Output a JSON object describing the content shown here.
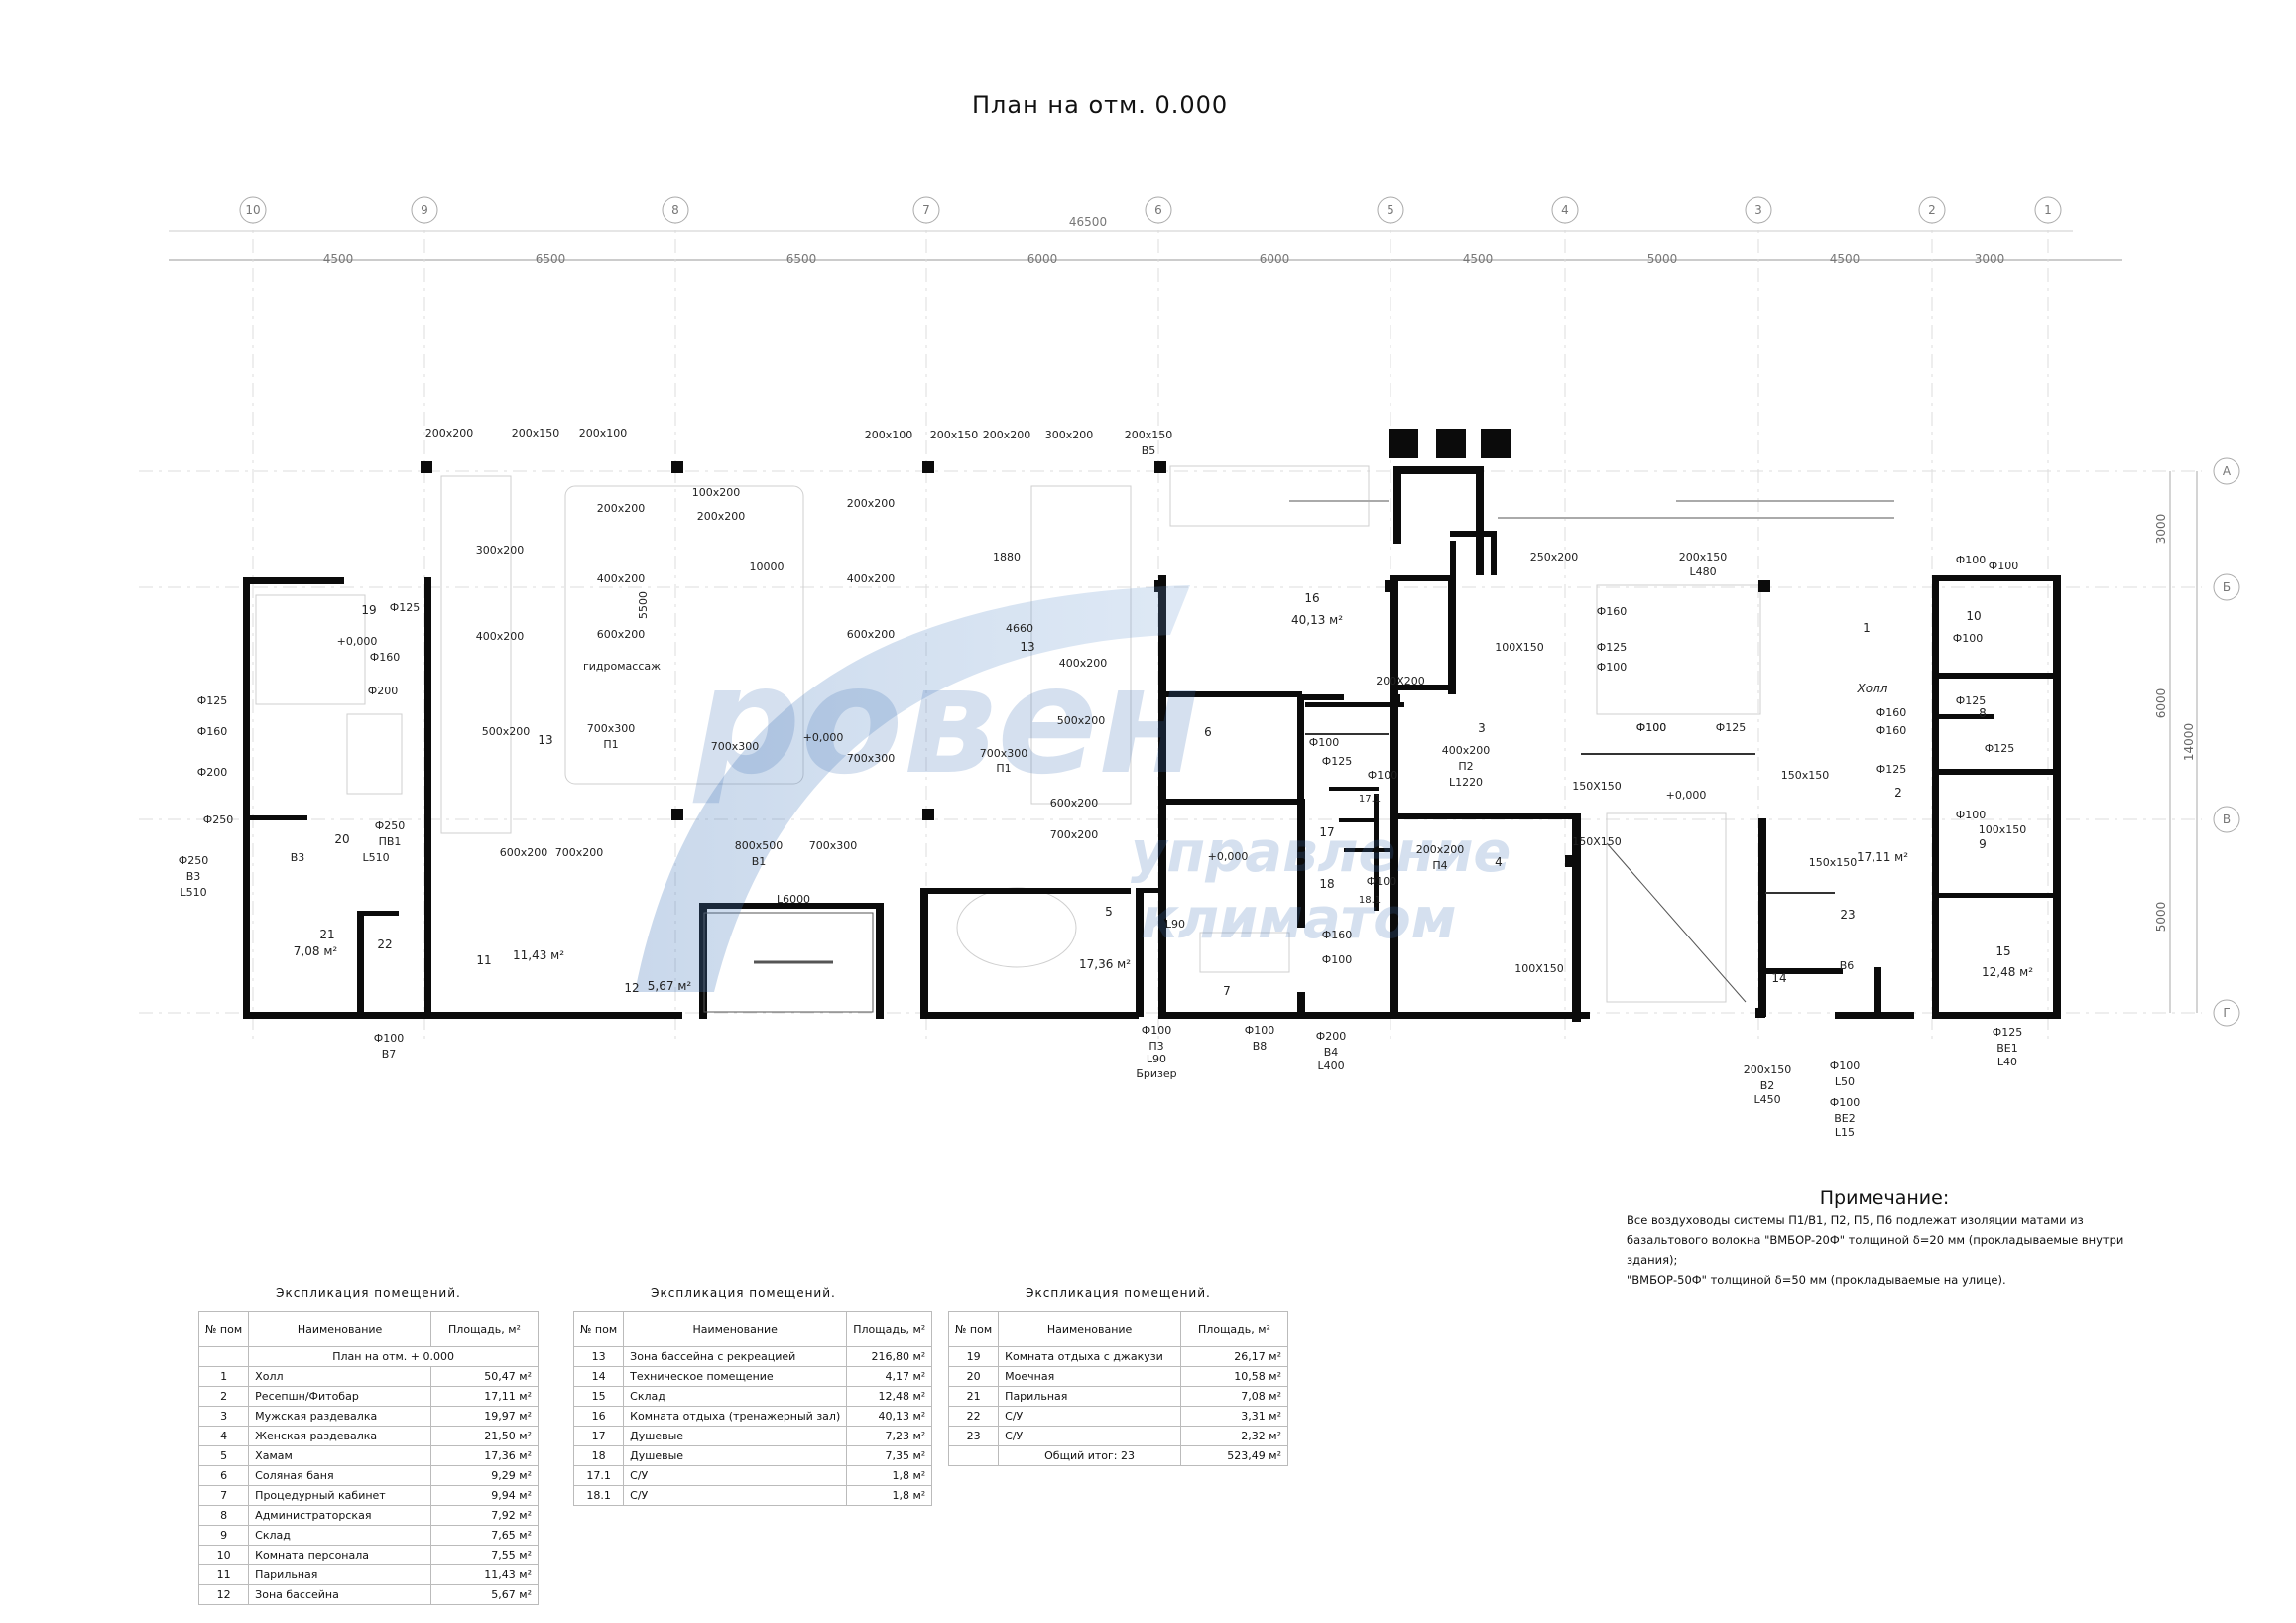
{
  "title": "План на отм. 0.000",
  "total_length": "46500",
  "axes_top": [
    "10",
    "9",
    "8",
    "7",
    "6",
    "5",
    "4",
    "3",
    "2",
    "1"
  ],
  "spans": [
    "4500",
    "6500",
    "6500",
    "6000",
    "6000",
    "4500",
    "5000",
    "4500",
    "3000"
  ],
  "axes_right": [
    "А",
    "Б",
    "В",
    "Г"
  ],
  "right_dims": [
    "3000",
    "6000",
    "5000"
  ],
  "right_total": "14000",
  "duct_labels": {
    "d1": "200x200",
    "d2": "200x150",
    "d3": "200x100",
    "d4": "200x100",
    "d5": "200x150",
    "d6": "200x200",
    "d7": "300x200",
    "d8": "200x150",
    "d9": "В5",
    "d10": "100x200",
    "d11": "200x200",
    "d12": "200x200",
    "d13": "200x200",
    "d14": "300x200",
    "d15": "400x200",
    "d16": "400x200",
    "d17": "600x200",
    "d18": "400x200",
    "d19": "600x200",
    "d20": "500x200",
    "d21": "700x300",
    "d22": "П1",
    "d23": "700x300",
    "d24": "700x300",
    "d25": "700x300",
    "d26": "П1",
    "d27": "800x500",
    "d28": "В1",
    "d29": "700x300",
    "d30": "600x200",
    "d31": "700x200",
    "d32": "600x200",
    "d33": "700x200",
    "d34": "400x200",
    "d35": "500x200",
    "d36": "10000",
    "d37": "1880",
    "d38": "4660",
    "d39": "5500",
    "d40": "гидромассаж",
    "d41": "L6000",
    "d42": "250x200",
    "d43": "200x150",
    "d44": "L480",
    "d45": "Ф100",
    "d46": "200X200",
    "d47": "100X150",
    "d48": "400x200",
    "d49": "П2",
    "d50": "L1220",
    "d51": "Ф160",
    "d52": "Ф125",
    "d53": "Ф100",
    "d54": "Ф100",
    "d55": "Ф125",
    "d56": "150X150",
    "d57": "150X150",
    "d58": "150x150",
    "d59": "150x150",
    "d60": "200x200",
    "d61": "П4",
    "d62": "100X150",
    "d63": "Ф100",
    "d64": "Ф125",
    "d65": "Ф100",
    "d66": "Ф160",
    "d67": "Ф100",
    "d68": "Ф160",
    "d69": "Ф125",
    "d70": "Ф125",
    "d71": "Ф125",
    "d72": "Ф100",
    "d73": "100x150",
    "d74": "Ф100",
    "d75": "Ф125",
    "d76": "Ф160",
    "d77": "Ф200",
    "d78": "Ф250",
    "d79": "ПВ1",
    "d80": "L510",
    "d81": "Ф125",
    "d82": "Ф160",
    "d83": "Ф200",
    "d84": "Ф250",
    "d85": "Ф250",
    "d86": "В3",
    "d87": "L510",
    "d88": "В3",
    "d89": "Ф100",
    "d90": "В7",
    "d91": "Ф100",
    "d92": "П3",
    "d93": "L90",
    "d94": "Бризер",
    "d95": "Ф100",
    "d96": "В8",
    "d97": "Ф200",
    "d98": "В4",
    "d99": "L400",
    "d100": "200x150",
    "d101": "В2",
    "d102": "L450",
    "d103": "Ф100",
    "d104": "L50",
    "d105": "Ф100",
    "d106": "ВЕ2",
    "d107": "L15",
    "d108": "Ф125",
    "d109": "ВЕ1",
    "d110": "L40",
    "d111": "L90",
    "d112": "Ф100",
    "d113": "Ф100",
    "d114": "Ф160",
    "d115": "Ф100",
    "d116": "Холл",
    "d117": "+0,000",
    "d118": "+0,000",
    "d119": "+0,000",
    "d120": "+0,000",
    "d121": "В6"
  },
  "rooms": {
    "r1": "1",
    "r2": "2",
    "r3": "3",
    "r4": "4",
    "r5": "5",
    "r6": "6",
    "r7": "7",
    "r8": "8",
    "r9": "9",
    "r10": "10",
    "r11": "11",
    "r12": "12",
    "r13a": "13",
    "r13b": "13",
    "r14": "14",
    "r15": "15",
    "r16": "16",
    "r17": "17",
    "r18": "18",
    "r171": "17.1",
    "r181": "18.1",
    "r19": "19",
    "r20": "20",
    "r21": "21",
    "r22": "22",
    "r23": "23",
    "a16": "40,13 м²",
    "a5": "17,36 м²",
    "a11": "11,43 м²",
    "a12": "5,67 м²",
    "a21": "7,08 м²",
    "a2": "17,11 м²",
    "a15": "12,48 м²"
  },
  "watermark": {
    "line1": "ровен",
    "line2": "управление",
    "line3": "климатом"
  },
  "note": {
    "title": "Примечание:",
    "text1": "Все воздуховоды системы П1/В1, П2, П5, П6 подлежат изоляции матами из базальтового волокна \"ВМБОР-20Ф\" толщиной δ=20 мм (прокладываемые внутри здания);",
    "text2": "\"ВМБОР-50Ф\" толщиной δ=50 мм (прокладываемые на улице)."
  },
  "explication": {
    "caption": "Экспликация помещений.",
    "col_num": "№ пом",
    "col_name": "Наименование",
    "col_area": "Площадь, м²",
    "subheader": "План на отм. + 0.000",
    "table1": [
      {
        "n": "1",
        "name": "Холл",
        "area": "50,47 м²"
      },
      {
        "n": "2",
        "name": "Ресепшн/Фитобар",
        "area": "17,11 м²"
      },
      {
        "n": "3",
        "name": "Мужская раздевалка",
        "area": "19,97 м²"
      },
      {
        "n": "4",
        "name": "Женская раздевалка",
        "area": "21,50 м²"
      },
      {
        "n": "5",
        "name": "Хамам",
        "area": "17,36 м²"
      },
      {
        "n": "6",
        "name": "Соляная баня",
        "area": "9,29 м²"
      },
      {
        "n": "7",
        "name": "Процедурный кабинет",
        "area": "9,94 м²"
      },
      {
        "n": "8",
        "name": "Администраторская",
        "area": "7,92 м²"
      },
      {
        "n": "9",
        "name": "Склад",
        "area": "7,65 м²"
      },
      {
        "n": "10",
        "name": "Комната персонала",
        "area": "7,55 м²"
      },
      {
        "n": "11",
        "name": "Парильная",
        "area": "11,43 м²"
      },
      {
        "n": "12",
        "name": "Зона бассейна",
        "area": "5,67 м²"
      }
    ],
    "table2": [
      {
        "n": "13",
        "name": "Зона бассейна с рекреацией",
        "area": "216,80 м²"
      },
      {
        "n": "14",
        "name": "Техническое помещение",
        "area": "4,17 м²"
      },
      {
        "n": "15",
        "name": "Склад",
        "area": "12,48 м²"
      },
      {
        "n": "16",
        "name": "Комната отдыха (тренажерный зал)",
        "area": "40,13 м²"
      },
      {
        "n": "17",
        "name": "Душевые",
        "area": "7,23 м²"
      },
      {
        "n": "18",
        "name": "Душевые",
        "area": "7,35 м²"
      },
      {
        "n": "17.1",
        "name": "С/У",
        "area": "1,8 м²"
      },
      {
        "n": "18.1",
        "name": "С/У",
        "area": "1,8 м²"
      }
    ],
    "table3": [
      {
        "n": "19",
        "name": "Комната отдыха с джакузи",
        "area": "26,17 м²"
      },
      {
        "n": "20",
        "name": "Моечная",
        "area": "10,58 м²"
      },
      {
        "n": "21",
        "name": "Парильная",
        "area": "7,08 м²"
      },
      {
        "n": "22",
        "name": "С/У",
        "area": "3,31 м²"
      },
      {
        "n": "23",
        "name": "С/У",
        "area": "2,32 м²"
      }
    ],
    "total_label": "Общий итог: 23",
    "total_area": "523,49 м²"
  }
}
